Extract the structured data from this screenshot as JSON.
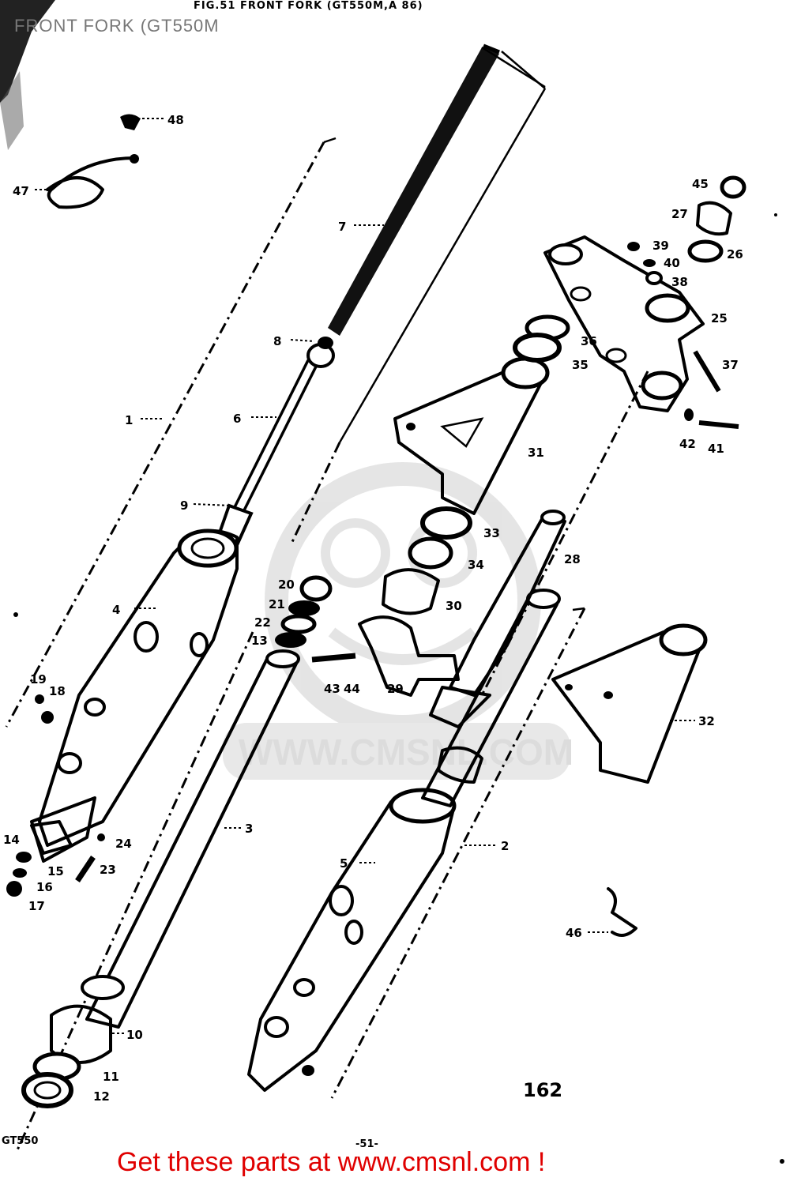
{
  "diagram": {
    "header_caption": "FIG.51   FRONT FORK (GT550M,A 86)",
    "overlay_title": "FRONT FORK (GT550M",
    "page_label_left": "GT550",
    "page_number": "-51-",
    "figure_number": "162",
    "watermark": "WWW.CMSNL.COM",
    "footer_link": "Get these parts at www.cmsnl.com !",
    "colors": {
      "ink": "#000000",
      "link": "#e00000",
      "watermark": "#d9d9d9",
      "title_gray": "#777777"
    },
    "callouts": [
      "48",
      "47",
      "7",
      "45",
      "27",
      "39",
      "26",
      "40",
      "38",
      "25",
      "8",
      "36",
      "35",
      "37",
      "1",
      "6",
      "31",
      "42",
      "41",
      "9",
      "33",
      "28",
      "34",
      "30",
      "20",
      "4",
      "21",
      "22",
      "13",
      "43",
      "44",
      "29",
      "19",
      "18",
      "32",
      "14",
      "24",
      "15",
      "23",
      "16",
      "17",
      "3",
      "2",
      "5",
      "46",
      "10",
      "11",
      "12"
    ]
  }
}
